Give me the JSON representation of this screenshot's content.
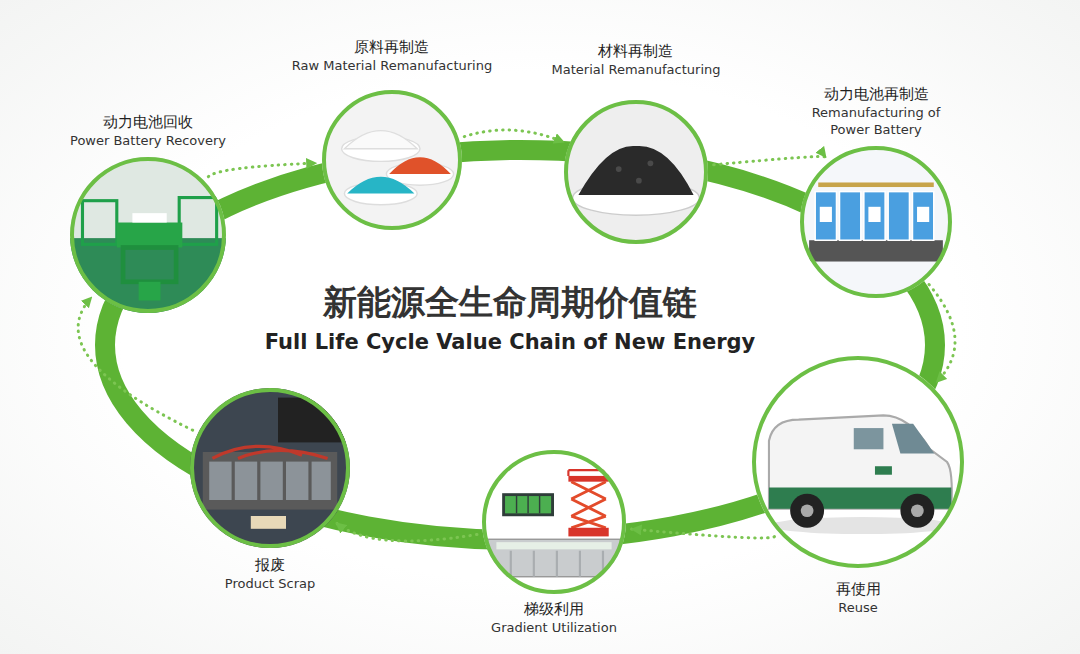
{
  "diagram": {
    "title": "新能源全生命周期价值链",
    "nodes": [
      {
        "text": [
          "动力电池回收",
          "Power Battery Recovery"
        ]
      },
      {
        "text": [
          "原料再制造",
          "Raw Material Remanufacturing"
        ]
      },
      {
        "text": [
          "材料再制造",
          "Material Remanufacturing"
        ]
      },
      {
        "text": [
          "动力电池再制造",
          "Remanufacturing of Power Battery"
        ]
      },
      {
        "text": [
          "再使用",
          "Reuse"
        ]
      },
      {
        "text": [
          "梯级利用",
          "Gradient Utilization"
        ]
      },
      {
        "text": [
          "报废",
          "Product Scrap"
        ]
      }
    ],
    "edges": [
      {
        "from": 0,
        "to": 1,
        "arrow": "to"
      },
      {
        "from": 1,
        "to": 2,
        "arrow": "to"
      },
      {
        "from": 2,
        "to": 3,
        "arrow": "to"
      },
      {
        "from": 3,
        "to": 4,
        "arrow": "to"
      },
      {
        "from": 4,
        "to": 5,
        "arrow": "to"
      },
      {
        "from": 5,
        "to": 6,
        "arrow": "to"
      },
      {
        "from": 6,
        "to": 0,
        "arrow": "to"
      }
    ],
    "labels": [
      "Full Life Cycle Value Chain of New Energy"
    ]
  }
}
